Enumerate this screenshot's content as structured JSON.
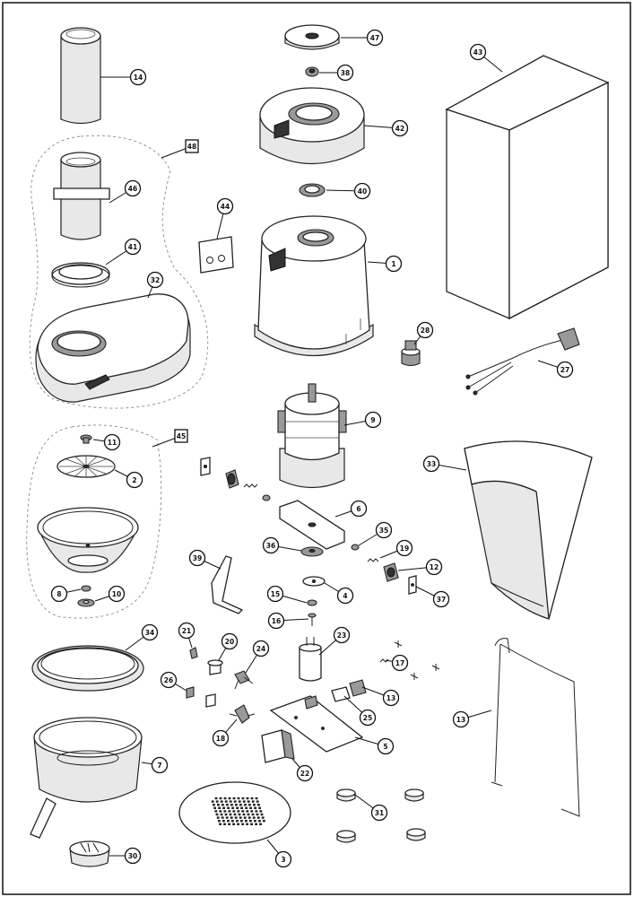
{
  "callouts": [
    {
      "id": "c47",
      "label": "47"
    },
    {
      "id": "c38",
      "label": "38"
    },
    {
      "id": "c42",
      "label": "42"
    },
    {
      "id": "c40",
      "label": "40"
    },
    {
      "id": "c43",
      "label": "43"
    },
    {
      "id": "c14",
      "label": "14"
    },
    {
      "id": "c46",
      "label": "46"
    },
    {
      "id": "c48",
      "label": "48"
    },
    {
      "id": "c41",
      "label": "41"
    },
    {
      "id": "c32",
      "label": "32"
    },
    {
      "id": "c44",
      "label": "44"
    },
    {
      "id": "c1",
      "label": "1"
    },
    {
      "id": "c28",
      "label": "28"
    },
    {
      "id": "c27",
      "label": "27"
    },
    {
      "id": "c9",
      "label": "9"
    },
    {
      "id": "c33",
      "label": "33"
    },
    {
      "id": "c11",
      "label": "11"
    },
    {
      "id": "c45",
      "label": "45"
    },
    {
      "id": "c2",
      "label": "2"
    },
    {
      "id": "c6",
      "label": "6"
    },
    {
      "id": "c35",
      "label": "35"
    },
    {
      "id": "c39",
      "label": "39"
    },
    {
      "id": "c36",
      "label": "36"
    },
    {
      "id": "c19",
      "label": "19"
    },
    {
      "id": "c12",
      "label": "12"
    },
    {
      "id": "c15",
      "label": "15"
    },
    {
      "id": "c4",
      "label": "4"
    },
    {
      "id": "c37",
      "label": "37"
    },
    {
      "id": "c8",
      "label": "8"
    },
    {
      "id": "c10",
      "label": "10"
    },
    {
      "id": "c16",
      "label": "16"
    },
    {
      "id": "c34",
      "label": "34"
    },
    {
      "id": "c21",
      "label": "21"
    },
    {
      "id": "c20",
      "label": "20"
    },
    {
      "id": "c24",
      "label": "24"
    },
    {
      "id": "c23",
      "label": "23"
    },
    {
      "id": "c17",
      "label": "17"
    },
    {
      "id": "c26",
      "label": "26"
    },
    {
      "id": "c13a",
      "label": "13"
    },
    {
      "id": "c13b",
      "label": "13"
    },
    {
      "id": "c25",
      "label": "25"
    },
    {
      "id": "c7",
      "label": "7"
    },
    {
      "id": "c22",
      "label": "22"
    },
    {
      "id": "c18",
      "label": "18"
    },
    {
      "id": "c5",
      "label": "5"
    },
    {
      "id": "c31",
      "label": "31"
    },
    {
      "id": "c30",
      "label": "30"
    },
    {
      "id": "c3",
      "label": "3"
    }
  ]
}
